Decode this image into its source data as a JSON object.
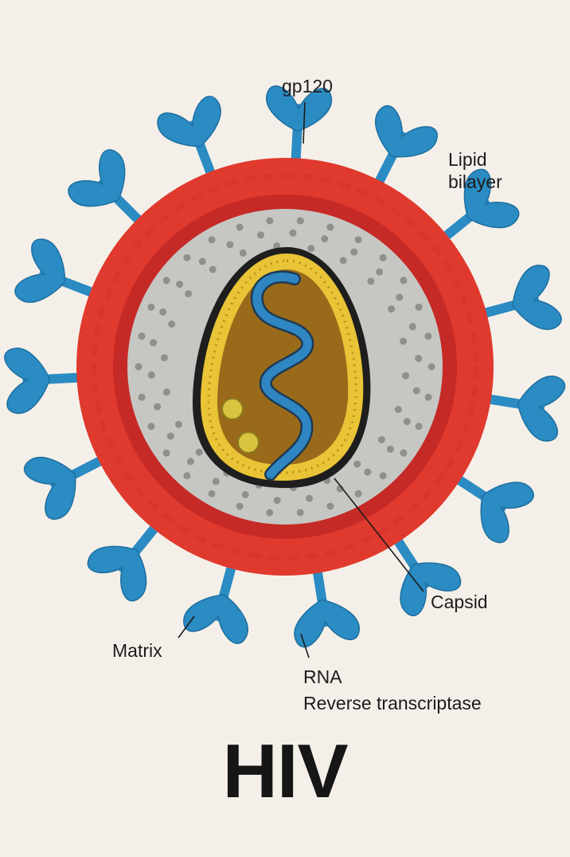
{
  "title": "HIV",
  "labels": {
    "gp120": "gp120",
    "lipid_line1": "Lipid",
    "lipid_line2": "bilayer",
    "capsid": "Capsid",
    "matrix": "Matrix",
    "rna": "RNA",
    "reverse_transcriptase": "Reverse transcriptase"
  },
  "colors": {
    "background": "#f4f0e9",
    "envelope_red": "#e0392d",
    "envelope_dark_red": "#c62a26",
    "matrix_gray": "#c6c7c3",
    "capsid_yellow": "#e8c436",
    "capsid_brown": "#9a6a1b",
    "rna_blue": "#2f86c2",
    "spike_blue": "#2b8bc3",
    "enzyme_yellow": "#d9c33f"
  }
}
